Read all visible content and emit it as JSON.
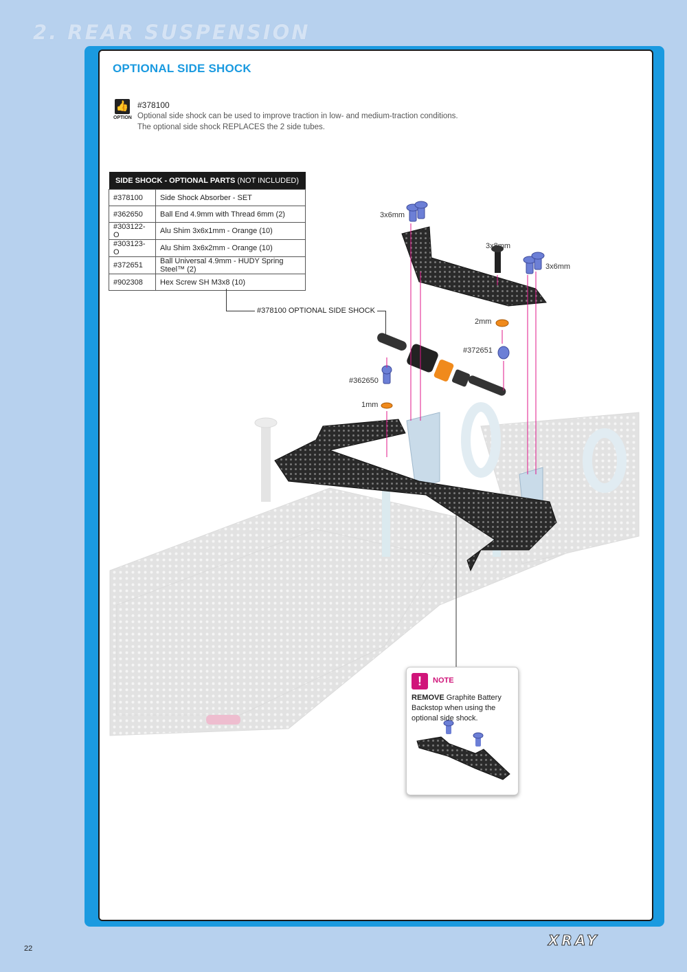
{
  "page": {
    "section_title": "2. REAR SUSPENSION",
    "page_number": "22",
    "logo": "XRAY"
  },
  "heading": "OPTIONAL SIDE SHOCK",
  "option": {
    "icon_label": "OPTION",
    "code": "#378100",
    "line1": "Optional side shock can be used to improve traction in low- and medium-traction conditions.",
    "line2": "The optional side shock REPLACES the 2 side tubes."
  },
  "parts_table": {
    "header_bold": "SIDE SHOCK - OPTIONAL PARTS",
    "header_normal": " (NOT INCLUDED)",
    "rows": [
      {
        "code": "#378100",
        "desc": "Side Shock Absorber - SET"
      },
      {
        "code": "#362650",
        "desc": "Ball End 4.9mm with Thread 6mm (2)"
      },
      {
        "code": "#303122-O",
        "desc": "Alu Shim 3x6x1mm - Orange (10)"
      },
      {
        "code": "#303123-O",
        "desc": "Alu Shim 3x6x2mm - Orange (10)"
      },
      {
        "code": "#372651",
        "desc": "Ball Universal 4.9mm - HUDY Spring Steel™ (2)"
      },
      {
        "code": "#902308",
        "desc": "Hex Screw SH M3x8 (10)"
      }
    ]
  },
  "labels": {
    "callout": "#378100  OPTIONAL SIDE SHOCK",
    "screw_3x6_left": "3x6mm",
    "screw_3x8": "3x8mm",
    "screw_3x6_right": "3x6mm",
    "shim_2mm": "2mm",
    "ball_372651": "#372651",
    "ball_362650": "#362650",
    "shim_1mm": "1mm"
  },
  "note": {
    "title": "NOTE",
    "bold": "REMOVE",
    "text": " Graphite Battery Backstop when using the optional side shock."
  },
  "colors": {
    "background": "#b7d1ee",
    "frame": "#1a9ae0",
    "heading": "#1a9ae0",
    "note_accent": "#d0157a",
    "guide_lines": "#e0168a",
    "orange_shim": "#f08a1c",
    "screw": "#6c7fd6"
  }
}
